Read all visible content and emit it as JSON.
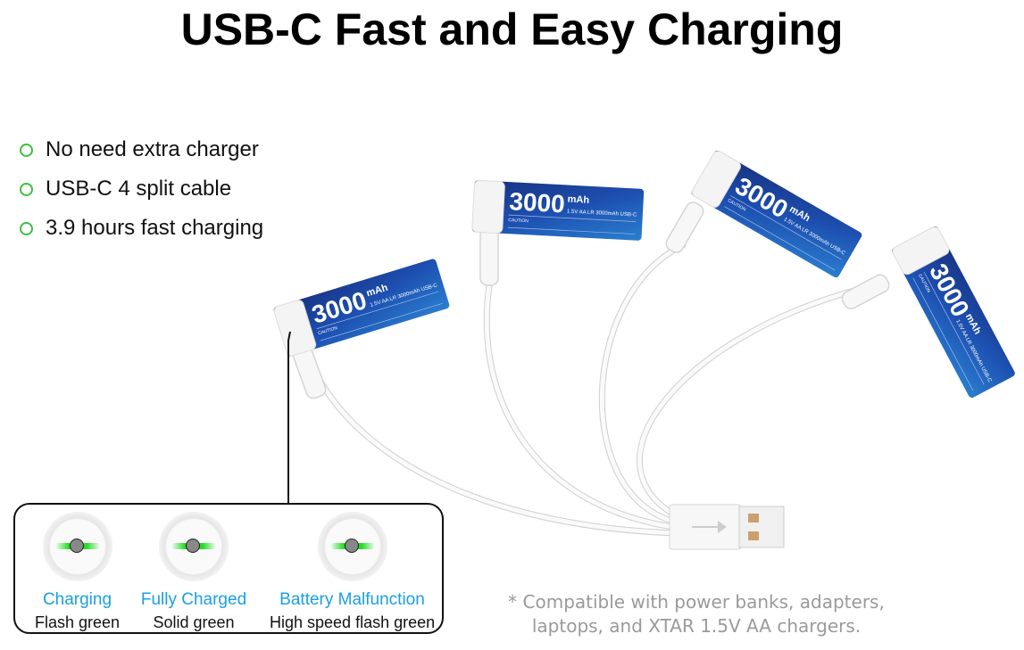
{
  "title": "USB-C Fast and Easy Charging",
  "features": [
    "No need extra charger",
    "USB-C 4 split cable",
    "3.9 hours fast charging"
  ],
  "battery": {
    "capacity": "3000",
    "unit": "mAh",
    "spec": "1.5V AA LR 3000mAh USB-C",
    "caution": "CAUTION"
  },
  "indicator_states": [
    {
      "name": "Charging",
      "description": "Flash green"
    },
    {
      "name": "Fully Charged",
      "description": "Solid green"
    },
    {
      "name": "Battery Malfunction",
      "description": "High speed flash green"
    }
  ],
  "note": [
    "* Compatible with power banks, adapters,",
    "laptops, and XTAR 1.5V AA chargers."
  ],
  "colors": {
    "accent_blue": "#1aa0e0",
    "led_green": "#22dd22",
    "bullet_green": "#3cc13c",
    "battery_blue": "#1a3f9a"
  }
}
